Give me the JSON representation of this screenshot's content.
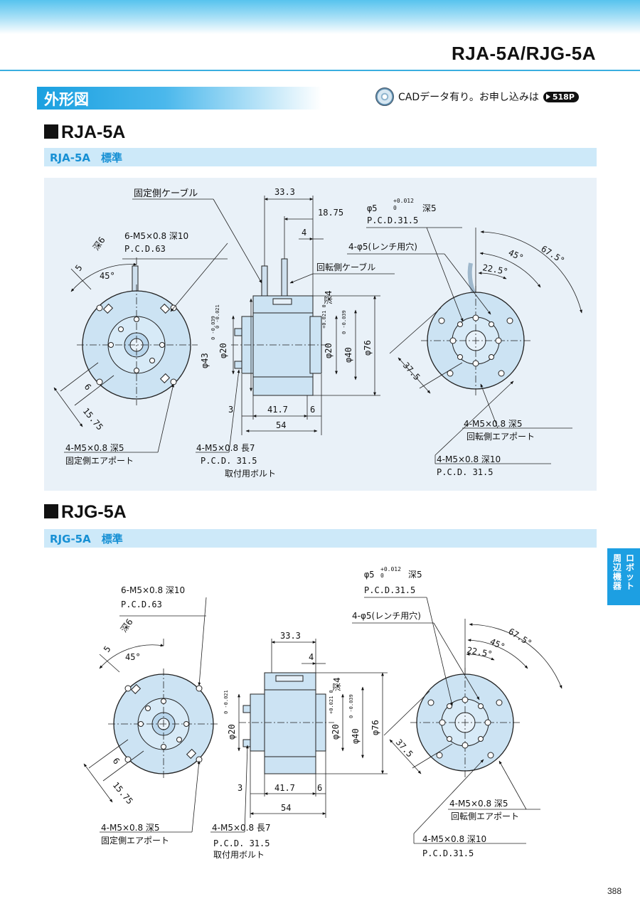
{
  "header": {
    "model": "RJA-5A/RJG-5A"
  },
  "section": {
    "label": "外形図"
  },
  "cad": {
    "note": "CADデータ有り。お申し込みは",
    "page_ref": "518P"
  },
  "rja": {
    "heading": "RJA-5A",
    "sub": "RJA-5A　標準",
    "labels": {
      "fixed_cable": "固定側ケーブル",
      "d333": "33.3",
      "d1875": "18.75",
      "d4": "4",
      "phi5": "φ5",
      "tol_plus": "+0.012",
      "tol_zero": "0",
      "deep5": "深5",
      "pcd315": "P.C.D.31.5",
      "wrench": "4-φ5(レンチ用穴)",
      "rot_cable": "回転側ケーブル",
      "deep4": "深4",
      "a675": "67.5°",
      "a45": "45°",
      "a225": "22.5°",
      "m5_10": "6-M5×0.8 深10",
      "pcd63": "P.C.D.63",
      "five": "5",
      "deep6": "深6",
      "a45b": "45°",
      "phi43": "φ43",
      "tol43": "0 -0.039",
      "phi20": "φ20",
      "tol20": "0 -0.021",
      "phi20b": "φ20",
      "tol20b": "+0.021 0",
      "phi40": "φ40",
      "tol40": "0 -0.039",
      "phi76": "φ76",
      "d375": "37.5",
      "d6": "6",
      "d1575": "15.75",
      "d3": "3",
      "d417": "41.7",
      "d6b": "6",
      "d54": "54",
      "fix_port1": "4-M5×0.8 深5",
      "fix_port2": "固定側エアポート",
      "bolt1": "4-M5×0.8 長7",
      "bolt2": "P.C.D. 31.5",
      "bolt3": "取付用ボルト",
      "rot_port1": "4-M5×0.8 深5",
      "rot_port2": "回転側エアポート",
      "m10a": "4-M5×0.8 深10",
      "m10b": "P.C.D. 31.5"
    }
  },
  "rjg": {
    "heading": "RJG-5A",
    "sub": "RJG-5A　標準",
    "labels": {
      "phi5": "φ5",
      "tol_plus": "+0.012",
      "tol_zero": "0",
      "deep5": "深5",
      "pcd315": "P.C.D.31.5",
      "wrench": "4-φ5(レンチ用穴)",
      "m5_10": "6-M5×0.8 深10",
      "pcd63": "P.C.D.63",
      "five": "5",
      "deep6": "深6",
      "a45": "45°",
      "d333": "33.3",
      "d4": "4",
      "deep4": "深4",
      "a675": "67.5°",
      "a45b": "45°",
      "a225": "22.5°",
      "phi20": "φ20",
      "tol20": "0 -0.021",
      "phi20b": "φ20",
      "tol20b": "+0.021 0",
      "phi40": "φ40",
      "tol40": "0 -0.039",
      "phi76": "φ76",
      "d375": "37.5",
      "d6": "6",
      "d1575": "15.75",
      "d3": "3",
      "d417": "41.7",
      "d6b": "6",
      "d54": "54",
      "fix_port1": "4-M5×0.8 深5",
      "fix_port2": "固定側エアポート",
      "bolt1": "4-M5×0.8 長7",
      "bolt2": "P.C.D. 31.5",
      "bolt3": "取付用ボルト",
      "rot_port1": "4-M5×0.8 深5",
      "rot_port2": "回転側エアポート",
      "m10a": "4-M5×0.8 深10",
      "m10b": "P.C.D.31.5"
    }
  },
  "side_tab": {
    "col1": "ロボット",
    "col2": "周辺機器"
  },
  "page_number": "388"
}
